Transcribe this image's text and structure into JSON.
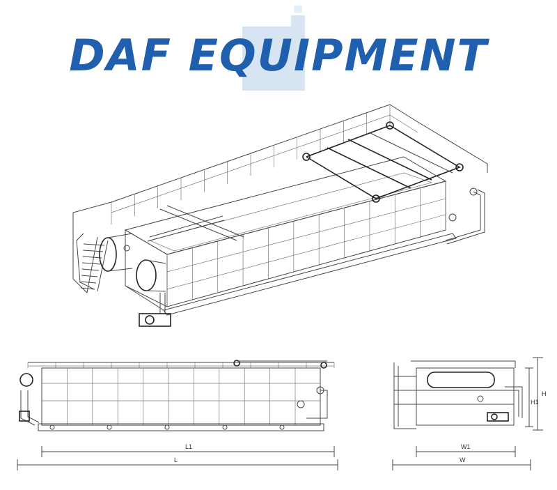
{
  "title": "DAF EQUIPMENT",
  "brand_color": "#1f5fad",
  "dimensions": {
    "side_inner_length": "L1",
    "side_total_length": "L",
    "end_inner_width": "W1",
    "end_total_width": "W",
    "total_height": "H",
    "tank_height": "H1"
  }
}
